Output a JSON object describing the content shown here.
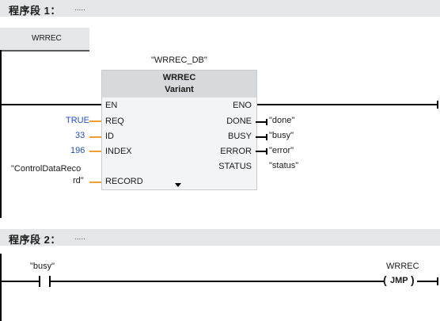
{
  "networks": [
    {
      "title": "程序段 1：",
      "comment": "....."
    },
    {
      "title": "程序段 2：",
      "comment": "....."
    }
  ],
  "network1": {
    "tag_box_label": "WRREC",
    "instance_db": "\"WRREC_DB\"",
    "block_name": "WRREC",
    "block_type": "Variant",
    "inputs": {
      "en": "EN",
      "req": "REQ",
      "id": "ID",
      "index": "INDEX",
      "record": "RECORD"
    },
    "outputs": {
      "eno": "ENO",
      "done": "DONE",
      "busy": "BUSY",
      "error": "ERROR",
      "status": "STATUS"
    },
    "input_values": {
      "req": "TRUE",
      "id": "33",
      "index": "196",
      "record_line1": "\"ControlDataReco",
      "record_line2": "rd\""
    },
    "output_values": {
      "done": "\"done\"",
      "busy": "\"busy\"",
      "error": "\"error\"",
      "status": "\"status\""
    }
  },
  "network2": {
    "contact_label": "\"busy\"",
    "jump_label": "WRREC",
    "coil_text": "JMP"
  },
  "colors": {
    "header_bg": "#e4e6e8",
    "block_bg": "#f2f4f5",
    "block_head_bg": "#d7dadc",
    "constant_blue": "#2350b8",
    "input_wire_orange": "#f0a030"
  }
}
